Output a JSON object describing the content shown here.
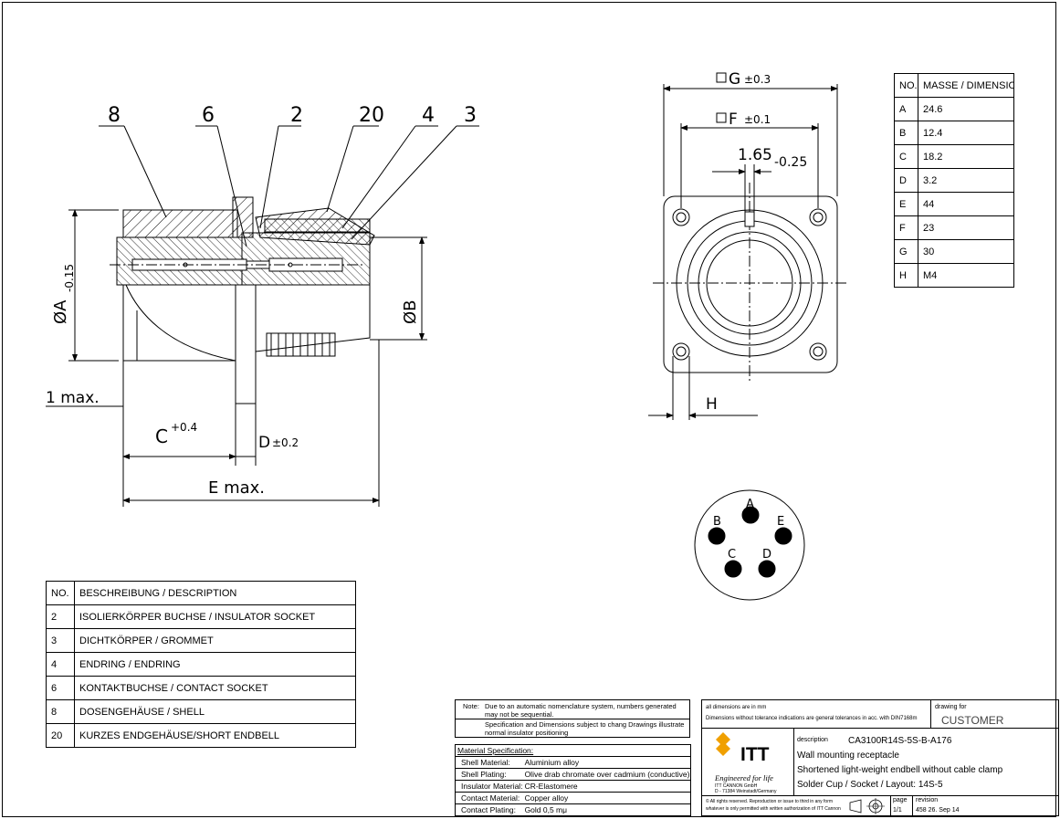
{
  "labels": {
    "part_8": "8",
    "part_6": "6",
    "part_2": "2",
    "part_20": "20",
    "part_4": "4",
    "part_3": "3",
    "dim_a": "ØA",
    "dim_a_tol": "-0.15",
    "dim_b": "ØB",
    "dim_1max": "1 max.",
    "dim_c": "C",
    "dim_c_tol": "+0.4",
    "dim_d": "D",
    "dim_d_tol": "±0.2",
    "dim_e": "E max.",
    "dim_g": "G",
    "dim_g_tol": "±0.3",
    "dim_f": "F",
    "dim_f_tol": "±0.1",
    "dim_165": "1.65",
    "dim_165_tol": "-0.25",
    "dim_h": "H",
    "pin_a": "A",
    "pin_b": "B",
    "pin_c": "C",
    "pin_d": "D",
    "pin_e": "E"
  },
  "dimensions_table": {
    "header": [
      "NO.",
      "MASSE / DIMENSION"
    ],
    "rows": [
      [
        "A",
        "24.6"
      ],
      [
        "B",
        "12.4"
      ],
      [
        "C",
        "18.2"
      ],
      [
        "D",
        "3.2"
      ],
      [
        "E",
        "44"
      ],
      [
        "F",
        "23"
      ],
      [
        "G",
        "30"
      ],
      [
        "H",
        "M4"
      ]
    ]
  },
  "description_table": {
    "header": [
      "NO.",
      "BESCHREIBUNG / DESCRIPTION"
    ],
    "rows": [
      [
        "2",
        "ISOLIERKÖRPER BUCHSE / INSULATOR SOCKET"
      ],
      [
        "3",
        "DICHTKÖRPER / GROMMET"
      ],
      [
        "4",
        "ENDRING / ENDRING"
      ],
      [
        "6",
        "KONTAKTBUCHSE / CONTACT SOCKET"
      ],
      [
        "8",
        "DOSENGEHÄUSE / SHELL"
      ],
      [
        "20",
        "KURZES ENDGEHÄUSE/SHORT ENDBELL"
      ]
    ]
  },
  "note": {
    "label": "Note:",
    "line1": "Due to an automatic nomenclature system, numbers generated may not be sequential.",
    "line2": "Specification and Dimensions subject to chang Drawings illustrate normal insulator positioning"
  },
  "material": {
    "title": "Material Specification:",
    "rows": [
      [
        "Shell Material:",
        "Aluminium alloy"
      ],
      [
        "Shell Plating:",
        "Olive drab chromate over cadmium (conductive)"
      ],
      [
        "Insulator Material:",
        "CR-Elastomere"
      ],
      [
        "Contact Material:",
        "Copper alloy"
      ],
      [
        "Contact Plating:",
        "Gold 0,5 mμ"
      ]
    ]
  },
  "title_block": {
    "units": "all dimensions are in mm",
    "tolerances": "Dimensions without tolerance indications are general tolerances in acc. with DIN7168m",
    "drawing_for_label": "drawing for",
    "drawing_for": "CUSTOMER",
    "logo_text": "ITT",
    "tagline": "Engineered for life",
    "company": "ITT CANNON GmbH",
    "address": "D - 71384 Weinstadt/Germany",
    "description_label": "description",
    "part_number": "CA3100R14S-5S-B-A176",
    "desc1": "Wall mounting receptacle",
    "desc2": "Shortened light-weight endbell without cable clamp",
    "desc3": "Solder Cup / Socket / Layout: 14S-5",
    "copyright1": "© All rights reserved. Reproduction or issue to third in any form",
    "copyright2": "whatever is only permitted with written authorization of ITT Cannon",
    "page_label": "page",
    "page": "1/1",
    "revision_label": "revision",
    "revision": "458 26. Sep 14"
  }
}
